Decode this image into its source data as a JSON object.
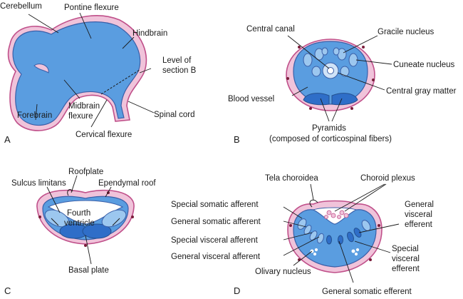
{
  "panels": {
    "a": {
      "letter": "A",
      "labels": {
        "cerebellum": "Cerebellum",
        "pontine_flexure": "Pontine flexure",
        "hindbrain": "Hindbrain",
        "level_of": "Level of",
        "section_b": "section B",
        "forebrain": "Forebrain",
        "midbrain": "Midbrain",
        "flexure": "flexure",
        "cervical_flexure": "Cervical flexure",
        "spinal_cord": "Spinal cord"
      }
    },
    "b": {
      "letter": "B",
      "labels": {
        "central_canal": "Central canal",
        "gracile_nucleus": "Gracile nucleus",
        "cuneate_nucleus": "Cuneate nucleus",
        "blood_vessel": "Blood vessel",
        "central_gray_matter": "Central gray matter",
        "pyramids": "Pyramids",
        "pyramids_note": "(composed of corticospinal fibers)"
      }
    },
    "c": {
      "letter": "C",
      "labels": {
        "roofplate": "Roofplate",
        "sulcus_limitans": "Sulcus limitans",
        "ependymal_roof": "Ependymal roof",
        "fourth": "Fourth",
        "ventricle": "ventricle",
        "basal_plate": "Basal plate"
      }
    },
    "d": {
      "letter": "D",
      "labels": {
        "tela_choroidea": "Tela choroidea",
        "choroid_plexus": "Choroid plexus",
        "special_somatic_afferent": "Special somatic afferent",
        "general_somatic_afferent": "General somatic afferent",
        "special_visceral_afferent": "Special visceral afferent",
        "general_visceral_afferent": "General visceral afferent",
        "general_visceral_efferent_1": "General",
        "general_visceral_efferent_2": "visceral",
        "general_visceral_efferent_3": "efferent",
        "special_visceral_efferent_1": "Special",
        "special_visceral_efferent_2": "visceral",
        "special_visceral_efferent_3": "efferent",
        "olivary_nucleus": "Olivary nucleus",
        "general_somatic_efferent": "General somatic efferent"
      }
    }
  },
  "colors": {
    "neural_tube": "#5a9de0",
    "neural_tube_dark": "#2f6ec8",
    "pia_mater": "#f0c3da",
    "pia_edge": "#c0508a",
    "vessels": "#7a1d3a"
  }
}
